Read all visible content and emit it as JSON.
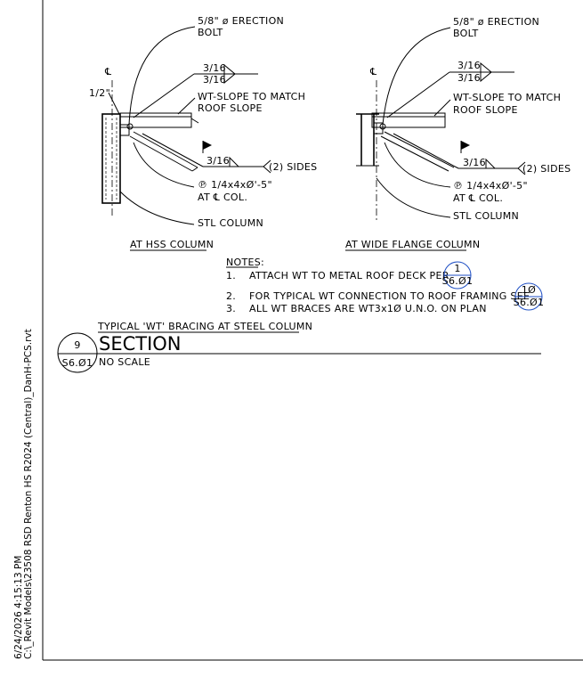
{
  "details": [
    {
      "bolt_callout": [
        "5/8\" ø ERECTION",
        "BOLT"
      ],
      "weld_top": "3/16",
      "weld_bottom": "3/16",
      "gap": "1/2\"",
      "cl": "℄",
      "wt_callout": [
        "WT-SLOPE TO MATCH",
        "ROOF SLOPE"
      ],
      "weld_side": "3/16",
      "sides": "(2) SIDES",
      "plate_callout": [
        "℗ 1/4x4xØ'-5\"",
        "AT ℄ COL."
      ],
      "column_label": "STL COLUMN",
      "title": "AT HSS COLUMN"
    },
    {
      "bolt_callout": [
        "5/8\" ø ERECTION",
        "BOLT"
      ],
      "weld_top": "3/16",
      "weld_bottom": "3/16",
      "cl": "℄",
      "wt_callout": [
        "WT-SLOPE TO MATCH",
        "ROOF SLOPE"
      ],
      "weld_side": "3/16",
      "sides": "(2) SIDES",
      "plate_callout": [
        "℗ 1/4x4xØ'-5\"",
        "AT ℄ COL."
      ],
      "column_label": "STL COLUMN",
      "title": "AT WIDE FLANGE COLUMN"
    }
  ],
  "notes": {
    "heading": "NOTES:",
    "items": [
      {
        "num": "1.",
        "text": "ATTACH WT TO METAL ROOF DECK PER",
        "ref_top": "1",
        "ref_bottom": "S6.Ø1"
      },
      {
        "num": "2.",
        "text": "FOR TYPICAL WT CONNECTION TO ROOF FRAMING SEE",
        "ref_top": "1Ø",
        "ref_bottom": "S6.Ø1"
      },
      {
        "num": "3.",
        "text": "ALL WT BRACES ARE WT3x1Ø U.N.O. ON PLAN"
      }
    ]
  },
  "section": {
    "subtitle": "TYPICAL 'WT' BRACING AT STEEL COLUMN",
    "number": "9",
    "sheet": "S6.Ø1",
    "title": "SECTION",
    "scale": "NO SCALE"
  },
  "margin_stamp": {
    "date": "6/24/2026 4:15:13 PM",
    "path": "C:\\_Revit Models\\23508 RSD Renton HS R2024 (Central)_DanH-PCS.rvt"
  },
  "colors": {
    "link": "#1f4fc4",
    "ink": "#000000"
  }
}
